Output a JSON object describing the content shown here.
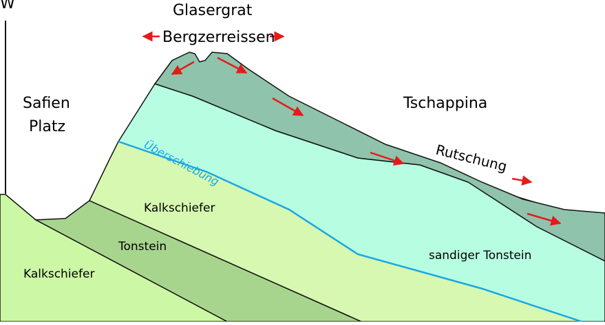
{
  "labels": {
    "corner": "W",
    "peak": "Glasergrat",
    "summit_feature": "Bergzerreissen",
    "village_line1": "Safien",
    "village_line2": "Platz",
    "slope_area": "Tschappina",
    "landslide": "Rutschung",
    "thrust": "Überschiebung",
    "upper_limestone": "Kalkschiefer",
    "claystone": "Tonstein",
    "lower_limestone": "Kalkschiefer",
    "sandy_claystone": "sandiger Tonstein"
  },
  "colors": {
    "lower_limestone": "#ccf7a5",
    "claystone": "#a8d58e",
    "upper_limestone": "#d6f8b0",
    "sandy_claystone": "#b7fde1",
    "landslide_mass": "#8fc3ab",
    "thrust_line": "#1aa6e6",
    "arrow": "#e61a1a",
    "outline": "#111111"
  }
}
